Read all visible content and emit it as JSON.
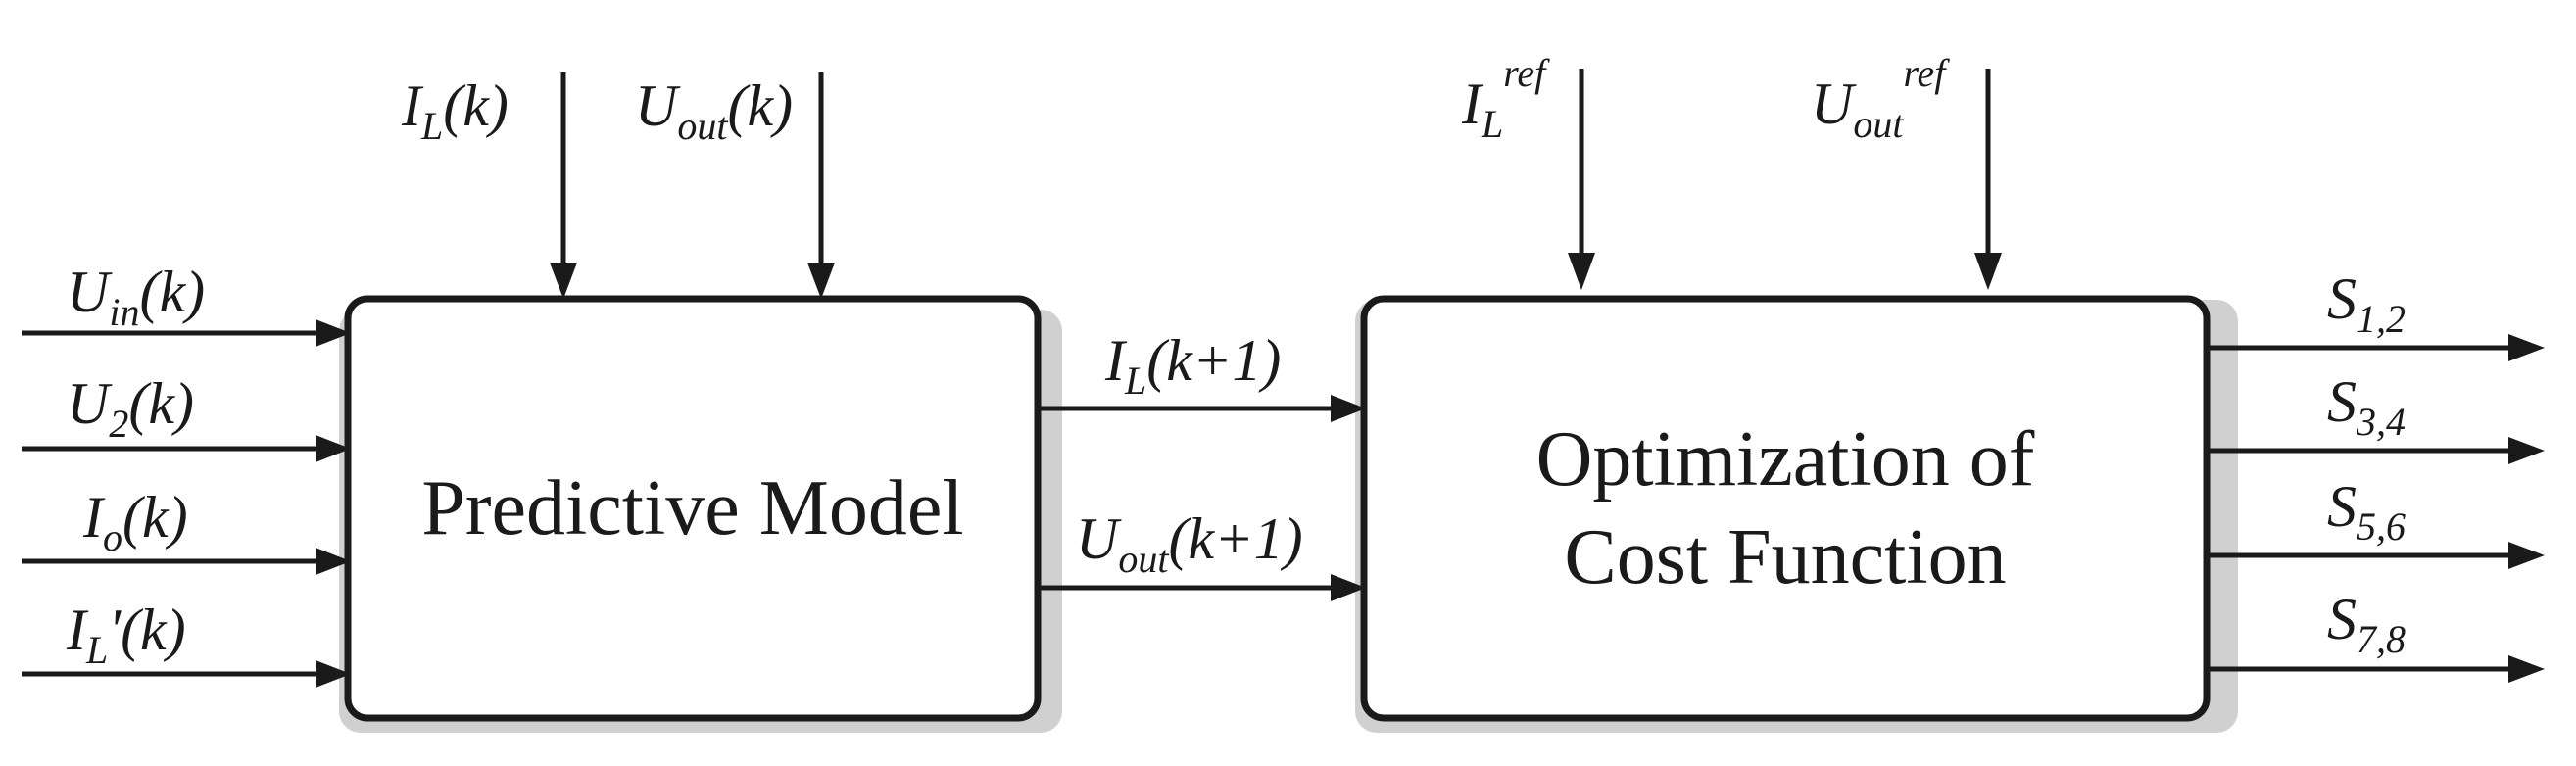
{
  "blocks": {
    "predictive_model": {
      "title": "Predictive Model"
    },
    "optimization": {
      "title_line1": "Optimization of",
      "title_line2": "Cost Function"
    }
  },
  "left_inputs": [
    {
      "base": "U",
      "sub": "in",
      "arg": "(k)"
    },
    {
      "base": "U",
      "sub": "2",
      "arg": "(k)"
    },
    {
      "base": "I",
      "sub": "o",
      "arg": "(k)"
    },
    {
      "base": "I",
      "sub": "L",
      "arg": "'(k)"
    }
  ],
  "top_inputs_model": [
    {
      "base": "I",
      "sub": "L",
      "arg": "(k)"
    },
    {
      "base": "U",
      "sub": "out",
      "arg": "(k)"
    }
  ],
  "top_inputs_optimization": [
    {
      "base": "I",
      "sub": "L",
      "sup": "ref"
    },
    {
      "base": "U",
      "sub": "out",
      "sup": "ref"
    }
  ],
  "predictions": [
    {
      "base": "I",
      "sub": "L",
      "arg": "(k+1)"
    },
    {
      "base": "U",
      "sub": "out",
      "arg": "(k+1)"
    }
  ],
  "switch_outputs": [
    {
      "base": "S",
      "sub": "1,2"
    },
    {
      "base": "S",
      "sub": "3,4"
    },
    {
      "base": "S",
      "sub": "5,6"
    },
    {
      "base": "S",
      "sub": "7,8"
    }
  ],
  "colors": {
    "line": "#1a1a1a",
    "shadow": "#d0d0d0",
    "background": "#ffffff"
  }
}
